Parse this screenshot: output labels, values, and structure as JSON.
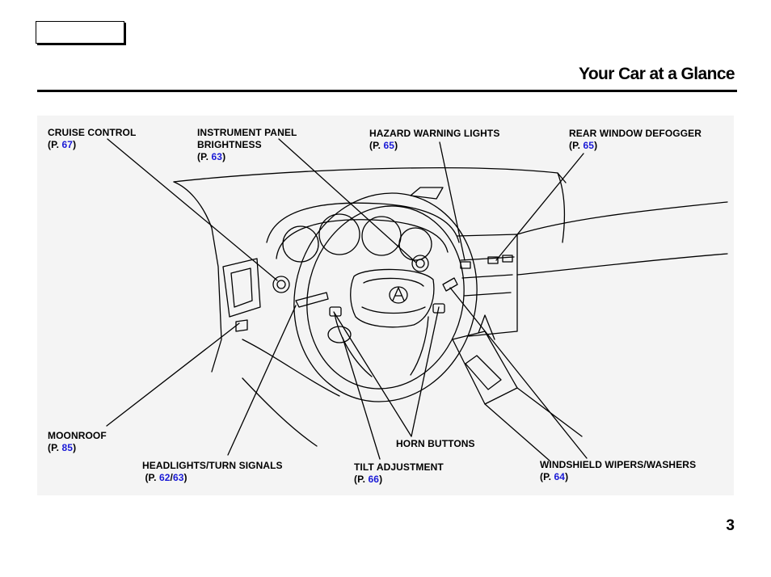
{
  "header": {
    "title": "Your Car at a Glance"
  },
  "page_number": "3",
  "callouts": {
    "cruise": {
      "name": "CRUISE CONTROL",
      "pre": "(P. ",
      "page": "67",
      "post": ")"
    },
    "brightness": {
      "name1": "INSTRUMENT  PANEL",
      "name2": "BRIGHTNESS",
      "pre": "(P. ",
      "page": "63",
      "post": ")"
    },
    "hazard": {
      "name": "HAZARD WARNING LIGHTS",
      "pre": "(P. ",
      "page": "65",
      "post": ")"
    },
    "defogger": {
      "name": "REAR WINDOW DEFOGGER",
      "pre": "(P. ",
      "page": "65",
      "post": ")"
    },
    "moonroof": {
      "name": "MOONROOF",
      "pre": "(P. ",
      "page": "85",
      "post": ")"
    },
    "horn": {
      "name": "HORN BUTTONS"
    },
    "headlights": {
      "name": "HEADLIGHTS/TURN SIGNALS",
      "pre": "(P. ",
      "page1": "62",
      "sep": "/",
      "page2": "63",
      "post": ")"
    },
    "tilt": {
      "name": "TILT ADJUSTMENT",
      "pre": "(P. ",
      "page": "66",
      "post": ")"
    },
    "wipers": {
      "name": "WINDSHIELD  WIPERS/WASHERS",
      "pre": "(P. ",
      "page": "64",
      "post": ")"
    }
  },
  "colors": {
    "link": "#1a1ad6",
    "ink": "#000000"
  }
}
